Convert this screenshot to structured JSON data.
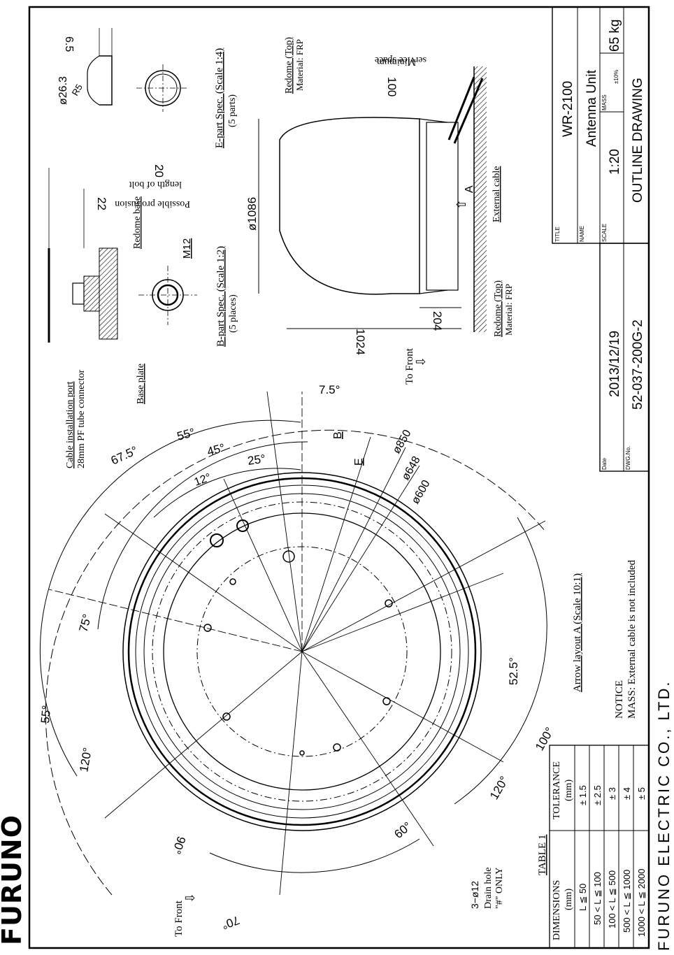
{
  "brand": "FURUNO",
  "company": "FURUNO ELECTRIC CO., LTD.",
  "title_block": {
    "title_label": "TITLE",
    "title": "WR-2100",
    "name_label": "NAME",
    "name": "Antenna Unit",
    "scale_label": "SCALE",
    "scale": "1:20",
    "mass_label": "MASS",
    "mass_tol": "±10%",
    "mass": "65 kg",
    "drawing_type": "OUTLINE DRAWING",
    "date_label": "Date",
    "date": "2013/12/19",
    "dwg_label": "DWG.No.",
    "dwg_no": "52-037-200G-2"
  },
  "table1": {
    "title": "TABLE 1",
    "col1": "DIMENSIONS",
    "col1_unit": "(mm)",
    "col2": "TOLERANCE",
    "col2_unit": "(mm)",
    "rows": [
      {
        "dim": "L ≦ 50",
        "tol": "± 1.5"
      },
      {
        "dim": "50 < L ≦ 100",
        "tol": "± 2.5"
      },
      {
        "dim": "100 < L ≦ 500",
        "tol": "± 3"
      },
      {
        "dim": "500 < L ≦ 1000",
        "tol": "± 4"
      },
      {
        "dim": "1000 < L ≦ 2000",
        "tol": "± 5"
      }
    ]
  },
  "notice": {
    "title": "NOTICE",
    "mass_note": "MASS: External cable is not included"
  },
  "arrow_layout": {
    "caption": "Arrow layout A (Scale 10:1)",
    "to_front": "To Front",
    "cable_port": "Cable installation port",
    "cable_port_spec": "28mm PF tube connector",
    "drain_hole": "3−ø12",
    "drain_hole_2": "Drain hole",
    "drain_hole_3": "\"#\" ONLY",
    "label_b": "B",
    "label_e": "E",
    "dia_850": "ø850",
    "dia_648": "ø648",
    "dia_600": "ø600",
    "angles": {
      "a7_5": "7.5°",
      "a55_top": "55°",
      "a67_5": "67.5°",
      "a45": "45°",
      "a25": "25°",
      "a12": "12°",
      "a75": "75°",
      "a52_5": "52.5°",
      "a55_left": "55°",
      "a120_left": "120°",
      "a120_bottom": "120°",
      "a100": "100°",
      "a90": "90°",
      "a60": "60°",
      "a70": "70°"
    }
  },
  "side_view": {
    "redome_top": "Redome (Top)",
    "material_top": "Material: FRP",
    "redome_bottom": "Redome (Top)",
    "material_bottom": "Material: FRP",
    "dia_1086": "ø1086",
    "dim_1024": "1024",
    "dim_204": "204",
    "dim_100": "100",
    "service_space_1": "Minimum",
    "service_space_2": "service space",
    "external_cable": "External cable",
    "arrow_a": "A",
    "to_front": "To Front"
  },
  "b_part": {
    "title": "B-part Spec. (Scale 1:2)",
    "qty": "(5 places)",
    "redome_base": "Redome base",
    "base_plate": "Base plate",
    "m12": "M12",
    "dim_22": "22",
    "dim_20": "20",
    "protrusion_1": "Possible protrusion",
    "protrusion_2": "length of bolt"
  },
  "e_part": {
    "title": "E-part Spec. (Scale 1:4)",
    "qty": "(5 parts)",
    "dia_26_3": "ø26.3",
    "dim_6_5": "6.5",
    "radius": "R5"
  }
}
